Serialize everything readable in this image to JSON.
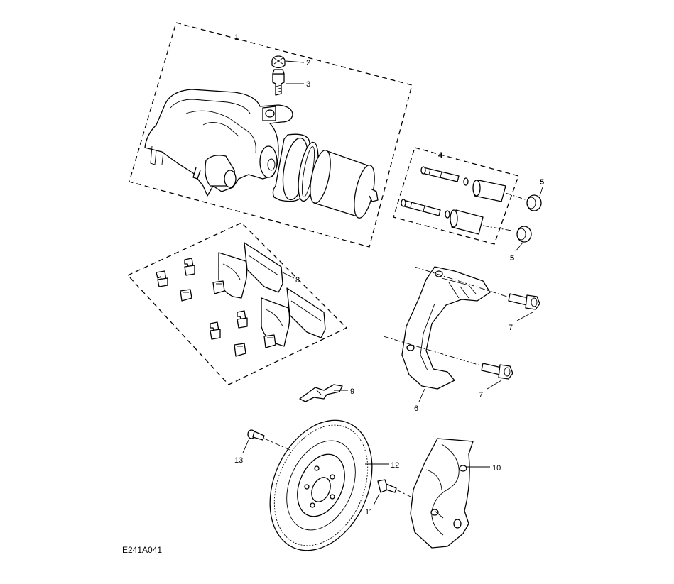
{
  "diagram": {
    "callouts": {
      "c1": "1",
      "c2": "2",
      "c3": "3",
      "c4": "4",
      "c5a": "5",
      "c5b": "5",
      "c6": "6",
      "c7a": "7",
      "c7b": "7",
      "c8": "8",
      "c9": "9",
      "c10": "10",
      "c11": "11",
      "c12": "12",
      "c13": "13"
    },
    "figure_code": "E241A041"
  }
}
